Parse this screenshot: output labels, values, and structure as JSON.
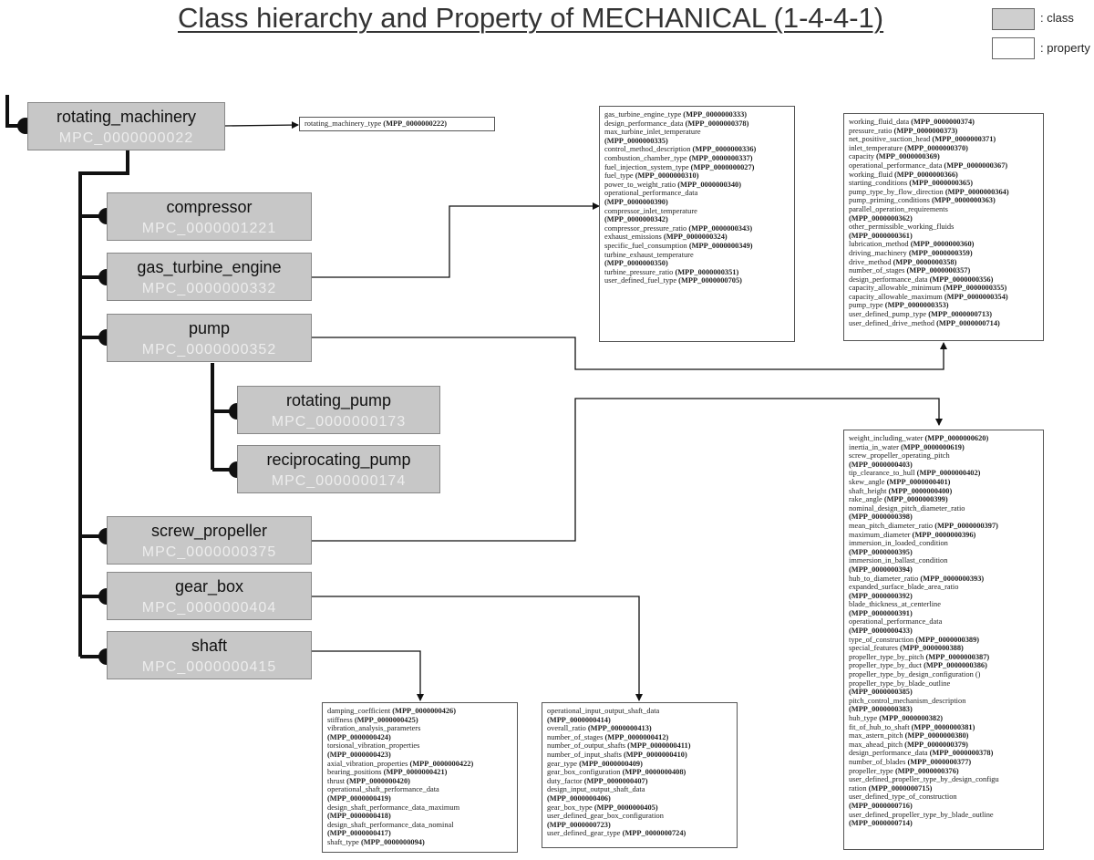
{
  "title": "Class hierarchy and Property of MECHANICAL (1-4-4-1)",
  "legend": {
    "class_label": ": class",
    "property_label": ": property"
  },
  "classes": {
    "rotating_machinery": {
      "name": "rotating_machinery",
      "code": "MPC_0000000022"
    },
    "compressor": {
      "name": "compressor",
      "code": "MPC_0000001221"
    },
    "gas_turbine_engine": {
      "name": "gas_turbine_engine",
      "code": "MPC_0000000332"
    },
    "pump": {
      "name": "pump",
      "code": "MPC_0000000352"
    },
    "rotating_pump": {
      "name": "rotating_pump",
      "code": "MPC_0000000173"
    },
    "reciprocating_pump": {
      "name": "reciprocating_pump",
      "code": "MPC_0000000174"
    },
    "screw_propeller": {
      "name": "screw_propeller",
      "code": "MPC_0000000375"
    },
    "gear_box": {
      "name": "gear_box",
      "code": "MPC_0000000404"
    },
    "shaft": {
      "name": "shaft",
      "code": "MPC_0000000415"
    }
  },
  "properties": {
    "rotating_machinery": [
      [
        "rotating_machinery_type ",
        "(MPP_0000000222)"
      ]
    ],
    "gas_turbine_engine": [
      [
        "gas_turbine_engine_type ",
        "(MPP_0000000333)"
      ],
      [
        "design_performance_data ",
        "(MPP_0000000378)"
      ],
      [
        "max_turbine_inlet_temperature",
        ""
      ],
      [
        "",
        "(MPP_0000000335)"
      ],
      [
        "control_method_description ",
        "(MPP_0000000336)"
      ],
      [
        "combustion_chamber_type ",
        "(MPP_0000000337)"
      ],
      [
        "fuel_injection_system_type ",
        "(MPP_0000000027)"
      ],
      [
        "fuel_type ",
        "(MPP_0000000310)"
      ],
      [
        "power_to_weight_ratio ",
        "(MPP_0000000340)"
      ],
      [
        "operational_performance_data",
        ""
      ],
      [
        "",
        "(MPP_0000000390)"
      ],
      [
        "compressor_inlet_temperature",
        ""
      ],
      [
        "",
        "(MPP_0000000342)"
      ],
      [
        "compressor_pressure_ratio ",
        "(MPP_0000000343)"
      ],
      [
        "exhaust_emissions ",
        "(MPP_0000000324)"
      ],
      [
        "specific_fuel_consumption ",
        "(MPP_0000000349)"
      ],
      [
        "turbine_exhaust_temperature",
        ""
      ],
      [
        "",
        "(MPP_0000000350)"
      ],
      [
        "turbine_pressure_ratio ",
        "(MPP_0000000351)"
      ],
      [
        "user_defined_fuel_type ",
        "(MPP_0000000705)"
      ]
    ],
    "pump": [
      [
        "working_fluid_data ",
        "(MPP_0000000374)"
      ],
      [
        "pressure_ratio ",
        "(MPP_0000000373)"
      ],
      [
        "net_positive_suction_head ",
        "(MPP_0000000371)"
      ],
      [
        "inlet_temperature ",
        "(MPP_0000000370)"
      ],
      [
        "capacity ",
        "(MPP_0000000369)"
      ],
      [
        "operational_performance_data ",
        "(MPP_0000000367)"
      ],
      [
        "working_fluid ",
        "(MPP_0000000366)"
      ],
      [
        "starting_conditions ",
        "(MPP_0000000365)"
      ],
      [
        "pump_type_by_flow_direction ",
        "(MPP_0000000364)"
      ],
      [
        "pump_priming_conditions ",
        "(MPP_0000000363)"
      ],
      [
        "parallel_operation_requirements",
        ""
      ],
      [
        "",
        "(MPP_0000000362)"
      ],
      [
        "other_permissible_working_fluids",
        ""
      ],
      [
        "",
        "(MPP_0000000361)"
      ],
      [
        "lubrication_method ",
        "(MPP_0000000360)"
      ],
      [
        "driving_machinery ",
        "(MPP_0000000359)"
      ],
      [
        "drive_method ",
        "(MPP_0000000358)"
      ],
      [
        "number_of_stages ",
        "(MPP_0000000357)"
      ],
      [
        "design_performance_data ",
        "(MPP_0000000356)"
      ],
      [
        "capacity_allowable_minimum ",
        "(MPP_0000000355)"
      ],
      [
        "capacity_allowable_maximum ",
        "(MPP_0000000354)"
      ],
      [
        "pump_type ",
        "(MPP_0000000353)"
      ],
      [
        "user_defined_pump_type ",
        "(MPP_0000000713)"
      ],
      [
        "user_defined_drive_method ",
        "(MPP_0000000714)"
      ]
    ],
    "screw_propeller": [
      [
        "weight_including_water ",
        "(MPP_0000000620)"
      ],
      [
        "inertia_in_water ",
        "(MPP_0000000619)"
      ],
      [
        "screw_propeller_operating_pitch",
        ""
      ],
      [
        "",
        "(MPP_0000000403)"
      ],
      [
        "tip_clearance_to_hull ",
        "(MPP_0000000402)"
      ],
      [
        "skew_angle ",
        "(MPP_0000000401)"
      ],
      [
        "shaft_height ",
        "(MPP_0000000400)"
      ],
      [
        "rake_angle ",
        "(MPP_0000000399)"
      ],
      [
        "nominal_design_pitch_diameter_ratio",
        ""
      ],
      [
        "",
        "(MPP_0000000398)"
      ],
      [
        "mean_pitch_diameter_ratio ",
        "(MPP_0000000397)"
      ],
      [
        "maximum_diameter ",
        "(MPP_0000000396)"
      ],
      [
        "immersion_in_loaded_condition",
        ""
      ],
      [
        "",
        "(MPP_0000000395)"
      ],
      [
        "immersion_in_ballast_condition",
        ""
      ],
      [
        "",
        "(MPP_0000000394)"
      ],
      [
        "hub_to_diameter_ratio ",
        "(MPP_0000000393)"
      ],
      [
        "expanded_surface_blade_area_ratio",
        ""
      ],
      [
        "",
        "(MPP_0000000392)"
      ],
      [
        "blade_thickness_at_centerline",
        ""
      ],
      [
        "",
        "(MPP_0000000391)"
      ],
      [
        "operational_performance_data",
        ""
      ],
      [
        "",
        "(MPP_0000000433)"
      ],
      [
        "type_of_construction ",
        "(MPP_0000000389)"
      ],
      [
        "special_features ",
        "(MPP_0000000388)"
      ],
      [
        "propeller_type_by_pitch ",
        "(MPP_0000000387)"
      ],
      [
        "propeller_type_by_duct ",
        "(MPP_0000000386)"
      ],
      [
        "propeller_type_by_design_configuration ()",
        ""
      ],
      [
        "propeller_type_by_blade_outline",
        ""
      ],
      [
        "",
        "(MPP_0000000385)"
      ],
      [
        "pitch_control_mechanism_description",
        ""
      ],
      [
        "",
        "(MPP_0000000383)"
      ],
      [
        "hub_type ",
        "(MPP_0000000382)"
      ],
      [
        "fit_of_hub_to_shaft ",
        "(MPP_0000000381)"
      ],
      [
        "max_astern_pitch ",
        "(MPP_0000000380)"
      ],
      [
        "max_ahead_pitch ",
        "(MPP_0000000379)"
      ],
      [
        "design_performance_data ",
        "(MPP_0000000378)"
      ],
      [
        "number_of_blades ",
        "(MPP_0000000377)"
      ],
      [
        "propeller_type ",
        "(MPP_0000000376)"
      ],
      [
        "user_defined_propeller_type_by_design_configu",
        ""
      ],
      [
        "ration ",
        "(MPP_0000000715)"
      ],
      [
        "user_defined_type_of_construction",
        ""
      ],
      [
        "",
        "(MPP_0000000716)"
      ],
      [
        "user_defined_propeller_type_by_blade_outline",
        ""
      ],
      [
        "",
        "(MPP_0000000714)"
      ]
    ],
    "shaft": [
      [
        "damping_coefficient ",
        "(MPP_0000000426)"
      ],
      [
        "stiffness ",
        "(MPP_0000000425)"
      ],
      [
        "vibration_analysis_parameters",
        ""
      ],
      [
        "",
        "(MPP_0000000424)"
      ],
      [
        "torsional_vibration_properties",
        ""
      ],
      [
        "",
        "(MPP_0000000423)"
      ],
      [
        "axial_vibration_properties ",
        "(MPP_0000000422)"
      ],
      [
        "bearing_positions ",
        "(MPP_0000000421)"
      ],
      [
        "thrust ",
        "(MPP_0000000420)"
      ],
      [
        "operational_shaft_performance_data",
        ""
      ],
      [
        "",
        "(MPP_0000000419)"
      ],
      [
        "design_shaft_performance_data_maximum",
        ""
      ],
      [
        "",
        "(MPP_0000000418)"
      ],
      [
        "design_shaft_performance_data_nominal",
        ""
      ],
      [
        "",
        "(MPP_0000000417)"
      ],
      [
        "shaft_type ",
        "(MPP_0000000094)"
      ]
    ],
    "gear_box": [
      [
        "operational_input_output_shaft_data",
        ""
      ],
      [
        "",
        "(MPP_0000000414)"
      ],
      [
        "overall_ratio ",
        "(MPP_0000000413)"
      ],
      [
        "number_of_stages ",
        "(MPP_0000000412)"
      ],
      [
        "number_of_output_shafts ",
        "(MPP_0000000411)"
      ],
      [
        "number_of_input_shafts ",
        "(MPP_0000000410)"
      ],
      [
        "gear_type ",
        "(MPP_0000000409)"
      ],
      [
        "gear_box_configuration ",
        "(MPP_0000000408)"
      ],
      [
        "duty_factor ",
        "(MPP_0000000407)"
      ],
      [
        "design_input_output_shaft_data",
        ""
      ],
      [
        "",
        "(MPP_0000000406)"
      ],
      [
        "gear_box_type ",
        "(MPP_0000000405)"
      ],
      [
        "user_defined_gear_box_configuration",
        ""
      ],
      [
        "",
        "(MPP_0000000723)"
      ],
      [
        "user_defined_gear_type ",
        "(MPP_0000000724)"
      ]
    ]
  }
}
